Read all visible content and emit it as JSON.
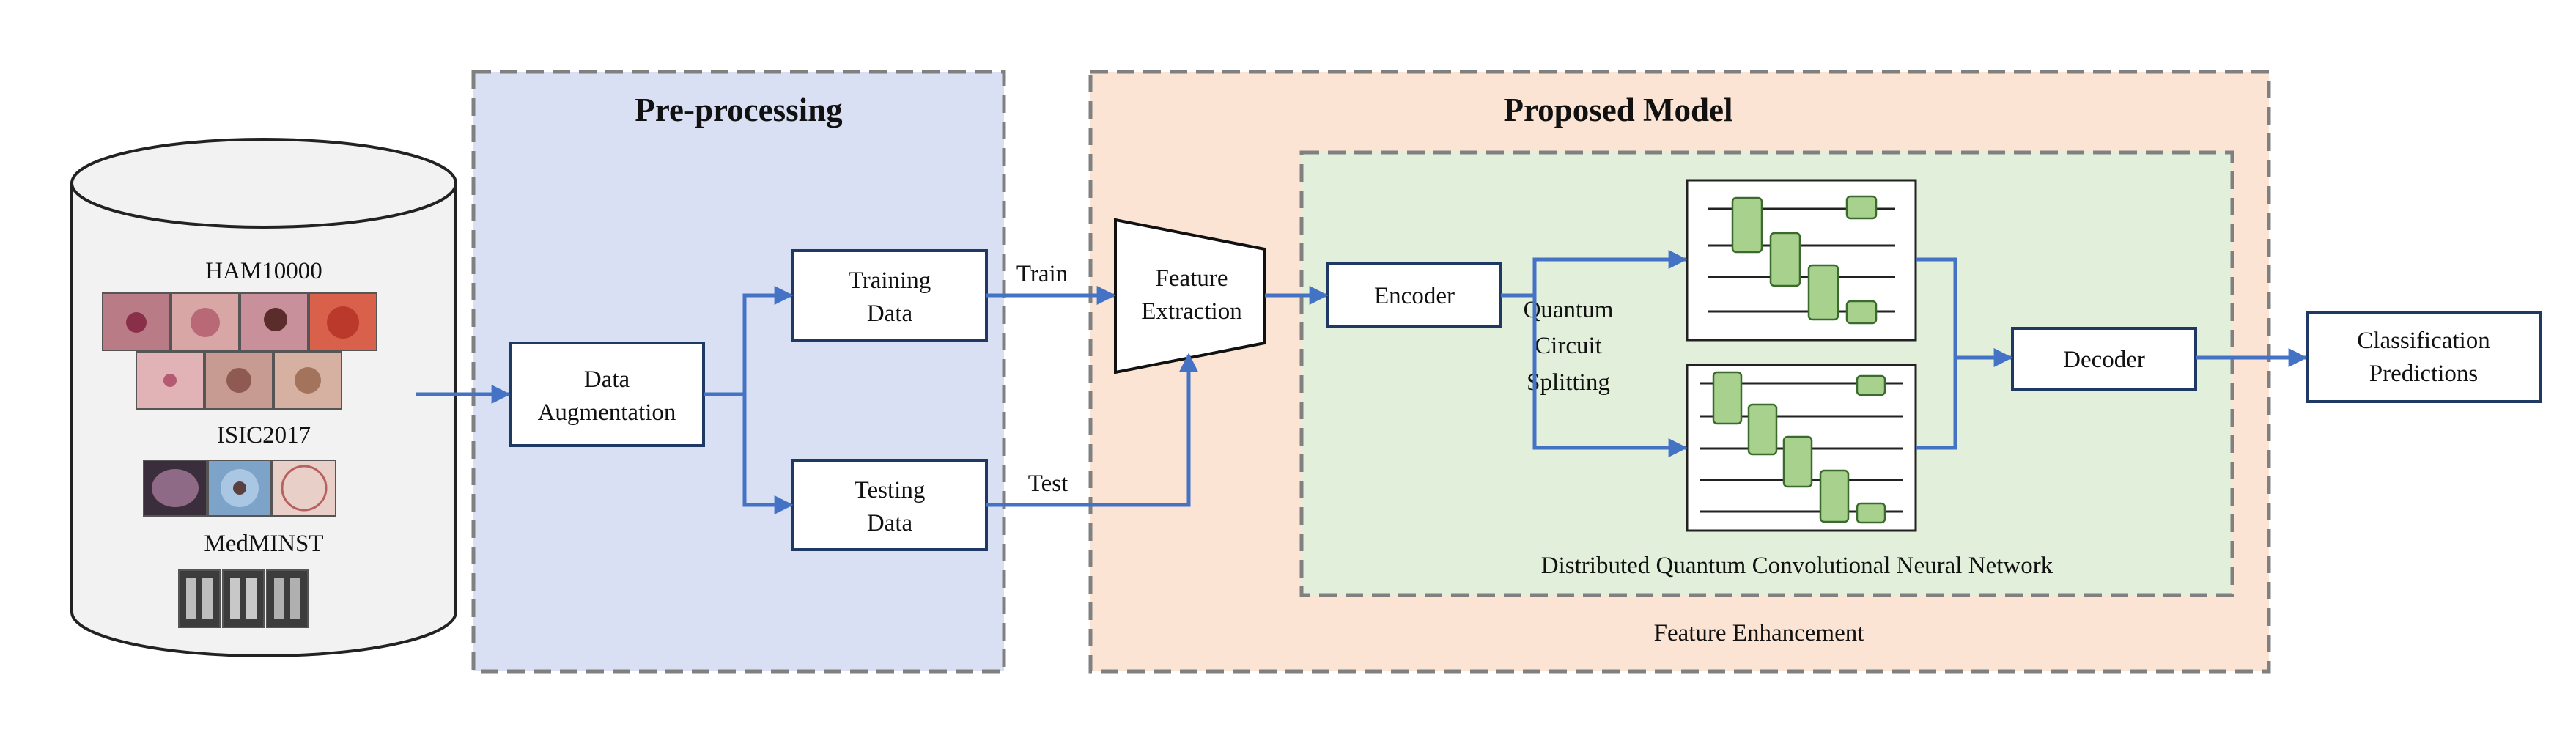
{
  "database": {
    "datasets": [
      {
        "name": "HAM10000",
        "thumbnail_count": 7
      },
      {
        "name": "ISIC2017",
        "thumbnail_count": 3
      },
      {
        "name": "MedMINST",
        "thumbnail_count": 3
      }
    ]
  },
  "preprocessing": {
    "title": "Pre-processing",
    "augmentation_lines": [
      "Data",
      "Augmentation"
    ],
    "training_lines": [
      "Training",
      "Data"
    ],
    "testing_lines": [
      "Testing",
      "Data"
    ]
  },
  "edges": {
    "train": "Train",
    "test": "Test"
  },
  "model": {
    "title": "Proposed Model",
    "feature_extraction_lines": [
      "Feature",
      "Extraction"
    ],
    "encoder": "Encoder",
    "splitting_lines": [
      "Quantum",
      "Circuit",
      "Splitting"
    ],
    "decoder": "Decoder",
    "network_caption": "Distributed Quantum Convolutional Neural Network",
    "enhancement_caption": "Feature Enhancement"
  },
  "output": {
    "lines": [
      "Classification",
      "Predictions"
    ]
  },
  "colors": {
    "preprocessing_bg": "#dae0f4",
    "model_bg": "#fbe4d4",
    "network_bg": "#e2efdb",
    "flow_arrow": "#4472c4",
    "box_border": "#1f3864",
    "gate_fill": "#a9d18e",
    "dash_border": "#808080",
    "database_fill": "#f2f2f2"
  }
}
